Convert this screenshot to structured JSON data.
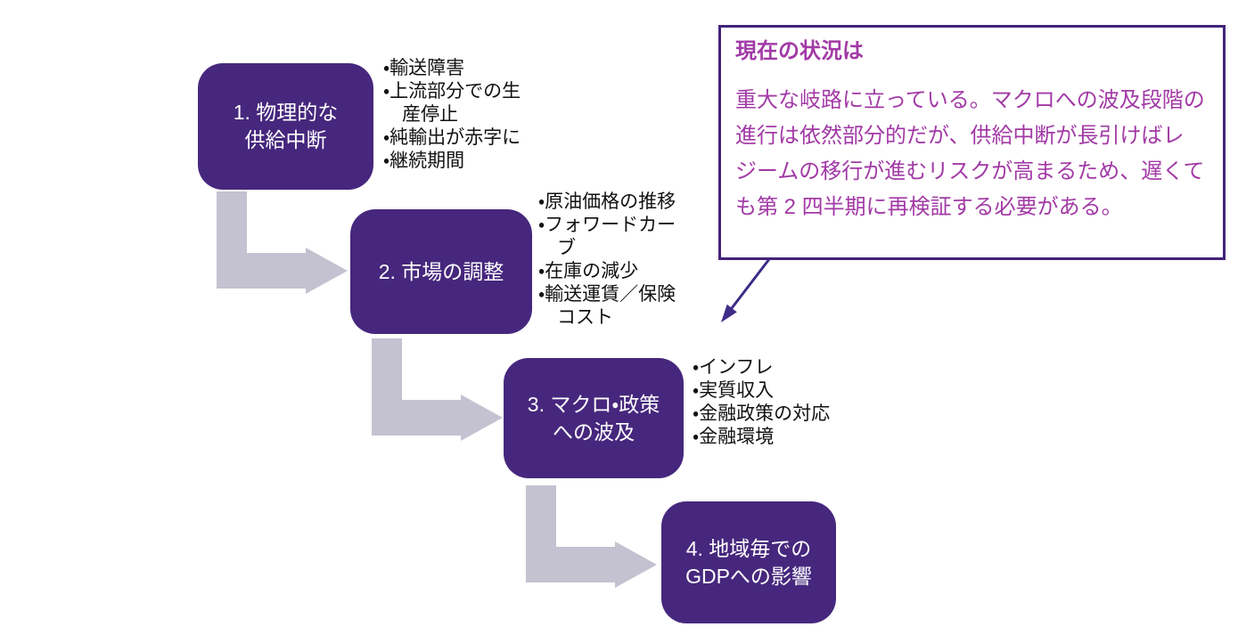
{
  "colors": {
    "background": "#FFFFFF",
    "box_fill": "#46277D",
    "box_text": "#FFFFFF",
    "arrow_fill": "#C4C2D0",
    "bullet_text": "#111111",
    "callout_border": "#42237A",
    "callout_text": "#A23AA6",
    "pointer_color": "#3E2B87"
  },
  "stages": [
    {
      "title": "1. 物理的な\n供給中断",
      "bullets": [
        "・輸送障害",
        "・上流部分での生産停止",
        "・純輸出が赤字に",
        "・継続期間"
      ]
    },
    {
      "title": "2. 市場の調整",
      "bullets": [
        "・原油価格の推移",
        "・フォワードカーブ",
        "・在庫の減少",
        "・輸送運賃／保険コスト"
      ]
    },
    {
      "title": "3. マクロ・政策\nへの波及",
      "bullets": [
        "・インフレ",
        "・実質収入",
        "・金融政策の対応",
        "・金融環境"
      ]
    },
    {
      "title": "4. 地域毎での\nGDPへの影響",
      "bullets": []
    }
  ],
  "callout": {
    "heading": "現在の状況は",
    "body": "重大な岐路に立っている。マクロへの波及段階の進行は依然部分的だが、供給中断が長引けばレジームの移行が進むリスクが高まるため、遅くても第 2 四半期に再検証する必要がある。"
  }
}
